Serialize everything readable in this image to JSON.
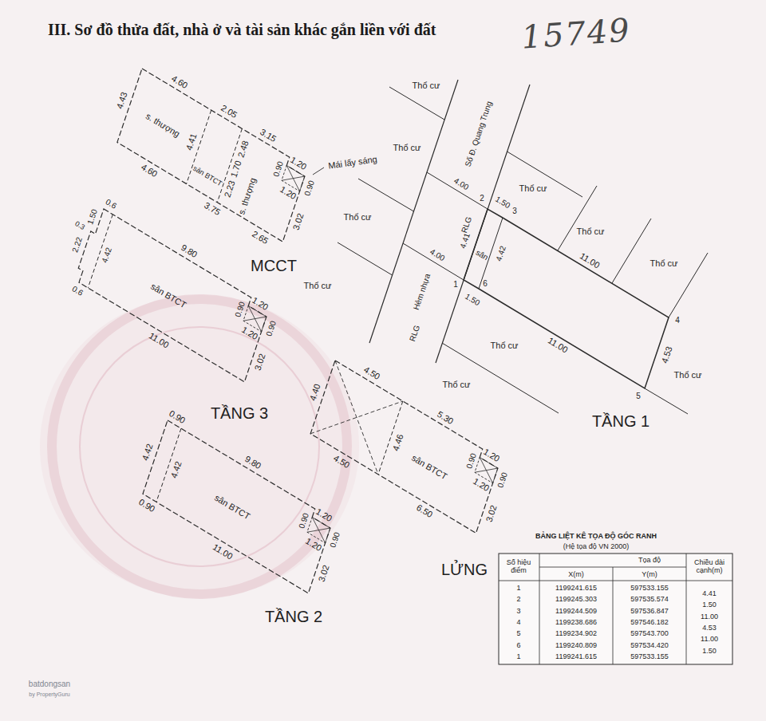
{
  "diagram": {
    "title": "III. Sơ đồ thửa đất, nhà ở và tài sản khác gắn liền với đất",
    "labels": [
      "15749",
      "4.43",
      "4.60",
      "2.05",
      "3.15",
      "1.20",
      "0.90",
      "0.90",
      "1.20",
      "3.02",
      "4.60",
      "3.75",
      "2.65",
      "4.41",
      "2.48",
      "1.70",
      "2.23",
      "s. thượng",
      "sân BTCT",
      "s. thượng",
      "Mái lấy sáng",
      "MCCT",
      "0.6",
      "1.50",
      "0.3",
      "2.22",
      "4.42",
      "0.6",
      "9.80",
      "sân BTCT",
      "11.00",
      "1.20",
      "0.90",
      "0.90",
      "1.20",
      "3.02",
      "TẦNG 3",
      "0.90",
      "4.42",
      "4.42",
      "0.90",
      "9.80",
      "sân BTCT",
      "11.00",
      "1.20",
      "0.90",
      "0.90",
      "1.20",
      "3.02",
      "TẦNG 2",
      "4.40",
      "4.50",
      "5.30",
      "4.46",
      "4.50",
      "sân BTCT",
      "6.50",
      "1.20",
      "0.90",
      "0.90",
      "1.20",
      "3.02",
      "LỬNG",
      "Thổ cư",
      "Thổ cư",
      "Số Đ. Quang Trung",
      "Thổ cư",
      "Thổ cư",
      "Thổ cư",
      "Thổ cư",
      "Thổ cư",
      "Thổ cư",
      "Thổ cư",
      "Thổ cư",
      "4.00",
      "4.00",
      "RLG",
      "RLG",
      "Hẻm nhựa",
      "2",
      "1.50",
      "3",
      "4.41",
      "sân",
      "4.42",
      "11.00",
      "4",
      "4.53",
      "5",
      "11.00",
      "6",
      "1.50",
      "1",
      "TẦNG 1",
      "batdongsan",
      "by PropertyGuru",
      "BẢNG LIỆT KÊ TỌA ĐỘ GÓC RANH",
      "(Hệ tọa độ VN 2000)",
      "Số hiệu điểm",
      "Tọa độ",
      "X(m)",
      "Y(m)",
      "Chiều dài cạnh(m)",
      "1",
      "1199241.615",
      "597533.155",
      "2",
      "1199245.303",
      "597535.574",
      "3",
      "1199244.509",
      "597536.847",
      "4",
      "1199238.686",
      "597546.182",
      "5",
      "1199234.902",
      "597543.700",
      "6",
      "1199240.809",
      "597534.420",
      "1",
      "1199241.615",
      "597533.155",
      "4.41",
      "1.50",
      "11.00",
      "4.53",
      "11.00",
      "1.50"
    ]
  }
}
